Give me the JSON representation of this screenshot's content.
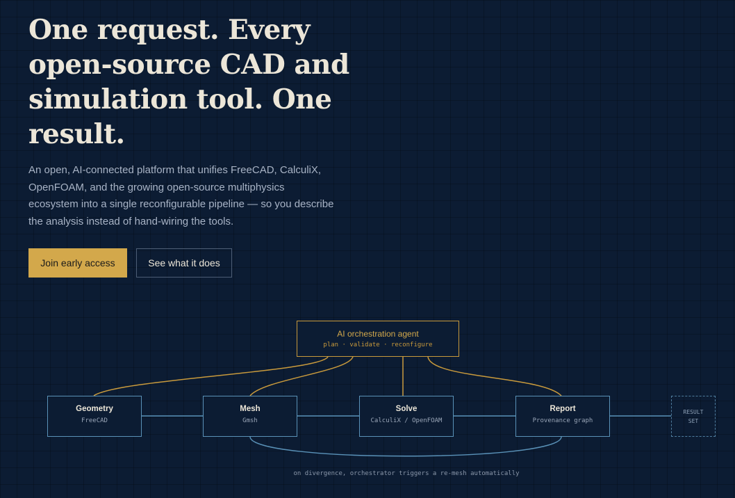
{
  "hero": {
    "headline": "One request. Every open-source CAD and simulation tool. One result.",
    "subheading": "An open, AI-connected platform that unifies FreeCAD, CalculiX, OpenFOAM, and the growing open-source multiphysics ecosystem into a single reconfigurable pipeline — so you describe the analysis instead of hand-wiring the tools.",
    "primary_button": "Join early access",
    "secondary_button": "See what it does"
  },
  "diagram": {
    "agent": {
      "title": "AI orchestration agent",
      "subtitle": "plan · validate · reconfigure"
    },
    "stages": [
      {
        "title": "Geometry",
        "tool": "FreeCAD"
      },
      {
        "title": "Mesh",
        "tool": "Gmsh"
      },
      {
        "title": "Solve",
        "tool": "CalculiX / OpenFOAM"
      },
      {
        "title": "Report",
        "tool": "Provenance graph"
      }
    ],
    "result": {
      "line1": "RESULT",
      "line2": "SET"
    },
    "caption": "on divergence, orchestrator triggers a re-mesh automatically"
  },
  "colors": {
    "background": "#0c1c33",
    "accent": "#d3a84b",
    "agent_border": "#c99a3c",
    "stage_border": "#5a92b8"
  }
}
